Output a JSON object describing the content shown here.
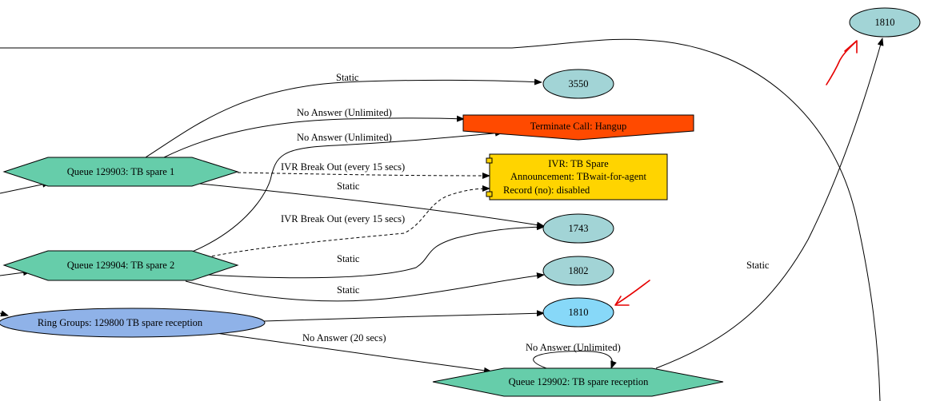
{
  "colors": {
    "queue": "#66cdaa",
    "ext": "#a2d4d6",
    "ext_highlight": "#87d8f8",
    "ring_group": "#8fb2e8",
    "hangup": "#ff4a00",
    "ivr": "#ffd400",
    "annotation": "#e60000"
  },
  "nodes": {
    "queue_129903": "Queue 129903: TB spare 1",
    "queue_129904": "Queue 129904: TB spare 2",
    "ring_group_129800": "Ring Groups: 129800 TB spare reception",
    "queue_129902": "Queue 129902: TB spare reception",
    "terminate_call": "Terminate Call: Hangup",
    "ivr": {
      "line1": "IVR: TB Spare",
      "line2": "Announcement: TBwait-for-agent",
      "line3": "Record (no): disabled"
    },
    "ext_1810_top": "1810",
    "ext_3550": "3550",
    "ext_1743": "1743",
    "ext_1802": "1802",
    "ext_1810_mid": "1810"
  },
  "edge_labels": {
    "static_3550": "Static",
    "no_answer_unlimited_1": "No Answer (Unlimited)",
    "no_answer_unlimited_2": "No Answer (Unlimited)",
    "ivr_breakout_1": "IVR Break Out (every 15 secs)",
    "static_1743": "Static",
    "ivr_breakout_2": "IVR Break Out (every 15 secs)",
    "static_q2_1743": "Static",
    "static_1802": "Static",
    "no_answer_20": "No Answer (20 secs)",
    "no_answer_unlimited_self": "No Answer (Unlimited)",
    "static_1810_top": "Static"
  }
}
